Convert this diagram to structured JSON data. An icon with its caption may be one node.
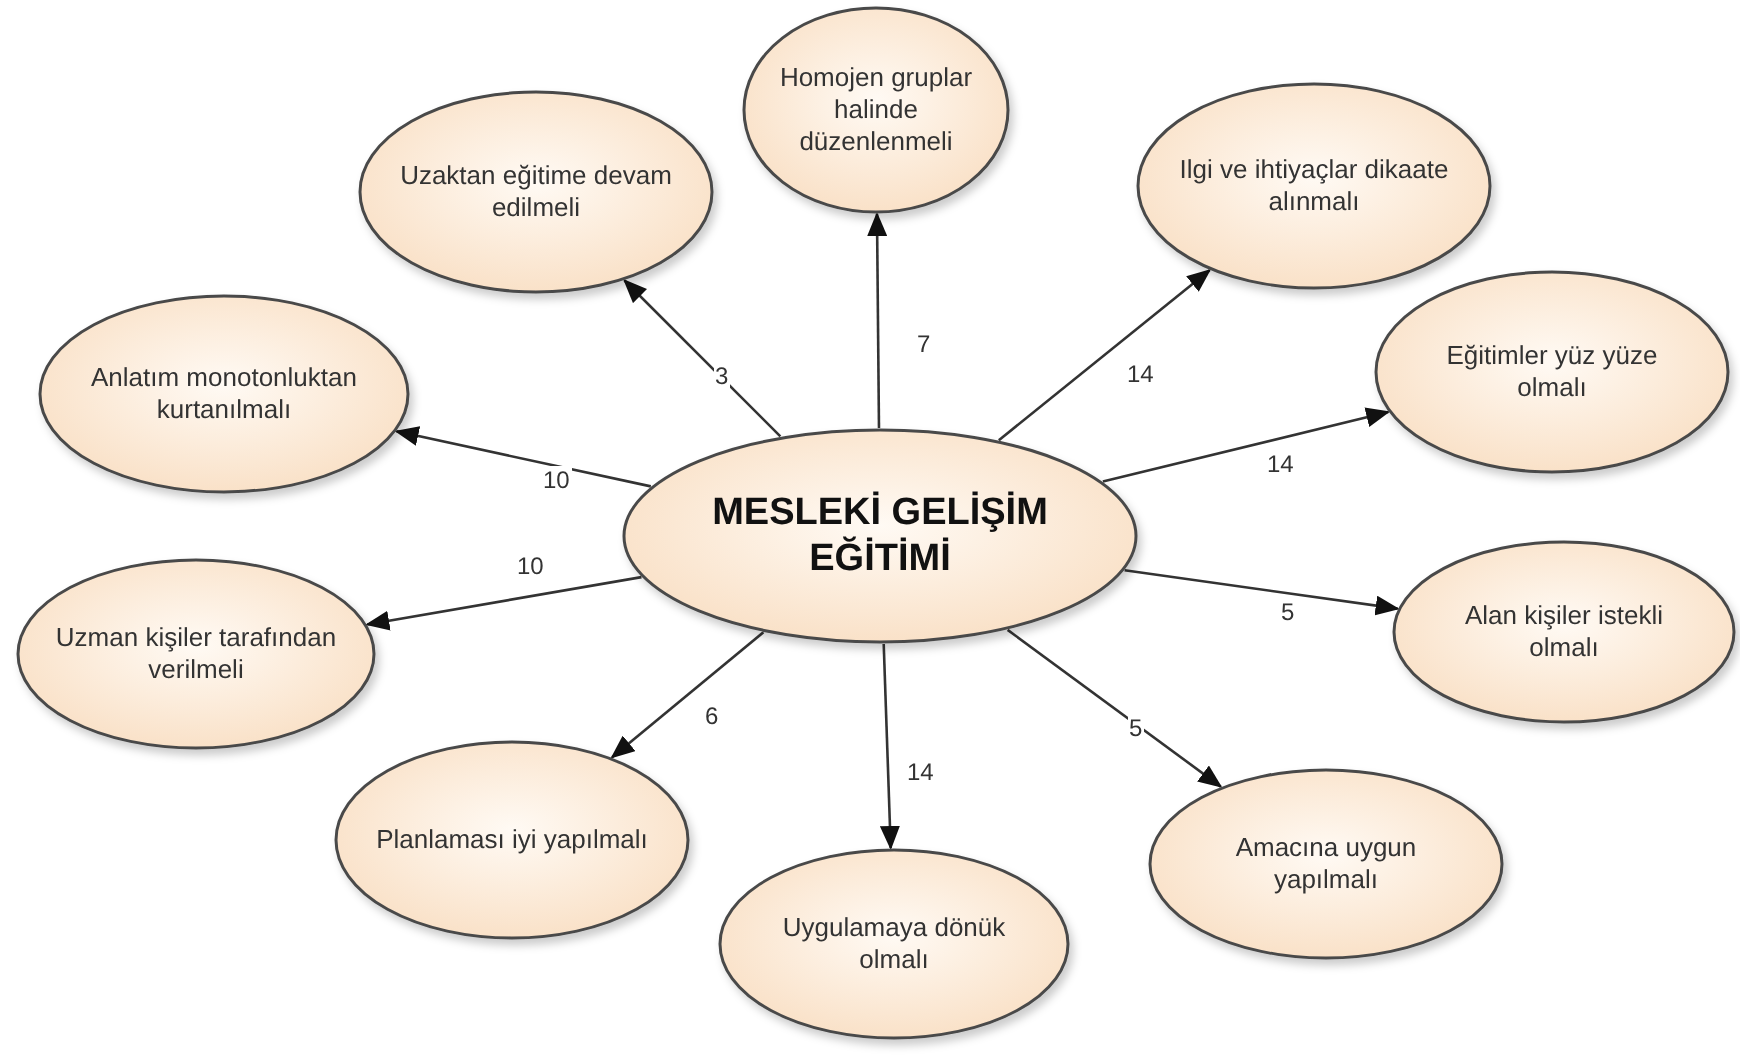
{
  "diagram": {
    "nodes": [
      {
        "text": [
          "MESLEKİ GELİŞİM EĞİTİMİ"
        ]
      },
      {
        "text": [
          "Homojen gruplar halinde düzenlenmeli"
        ]
      },
      {
        "text": [
          "Uzaktan eğitime devam edilmeli"
        ]
      },
      {
        "text": [
          "Ilgi ve ihtiyaçlar dikaate alınmalı"
        ]
      },
      {
        "text": [
          "Anlatım monotonluktan kurtanılmalı"
        ]
      },
      {
        "text": [
          "Eğitimler yüz yüze olmalı"
        ]
      },
      {
        "text": [
          "Alan kişiler istekli olmalı"
        ]
      },
      {
        "text": [
          "Uzman kişiler tarafından verilmeli"
        ]
      },
      {
        "text": [
          "Planlaması iyi yapılmalı"
        ]
      },
      {
        "text": [
          "Amacına uygun yapılmalı"
        ]
      },
      {
        "text": [
          "Uygulamaya dönük olmalı"
        ]
      }
    ],
    "edges": [
      {
        "from": 0,
        "to": 1,
        "arrow": "to",
        "label": "7"
      },
      {
        "from": 0,
        "to": 2,
        "arrow": "to",
        "label": "3"
      },
      {
        "from": 0,
        "to": 3,
        "arrow": "to",
        "label": "14"
      },
      {
        "from": 0,
        "to": 4,
        "arrow": "to",
        "label": "10"
      },
      {
        "from": 0,
        "to": 5,
        "arrow": "to",
        "label": "14"
      },
      {
        "from": 0,
        "to": 6,
        "arrow": "to",
        "label": "5"
      },
      {
        "from": 0,
        "to": 7,
        "arrow": "to",
        "label": "10"
      },
      {
        "from": 0,
        "to": 8,
        "arrow": "to",
        "label": "6"
      },
      {
        "from": 0,
        "to": 9,
        "arrow": "to",
        "label": "5"
      },
      {
        "from": 0,
        "to": 10,
        "arrow": "to",
        "label": "14"
      }
    ]
  }
}
